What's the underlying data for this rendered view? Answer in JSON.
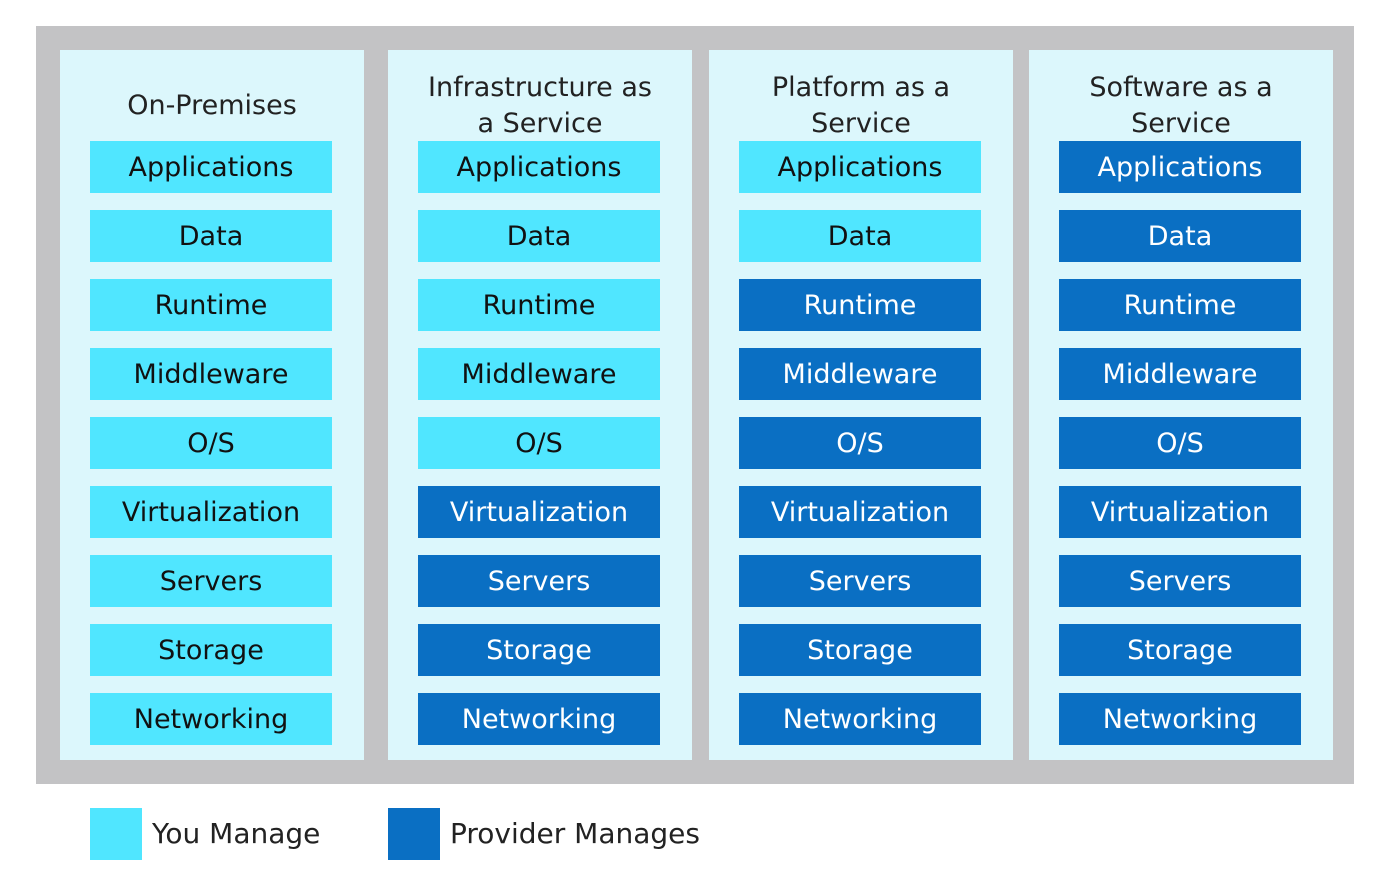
{
  "colors": {
    "frame": "#c3c3c5",
    "column_bg": "#dcf7fc",
    "you_manage": "#50e6ff",
    "provider_manages": "#0a6fc3"
  },
  "layers": [
    "Applications",
    "Data",
    "Runtime",
    "Middleware",
    "O/S",
    "Virtualization",
    "Servers",
    "Storage",
    "Networking"
  ],
  "columns": [
    {
      "title": "On-Premises",
      "managed_by": [
        "you",
        "you",
        "you",
        "you",
        "you",
        "you",
        "you",
        "you",
        "you"
      ]
    },
    {
      "title": "Infrastructure as a Service",
      "managed_by": [
        "you",
        "you",
        "you",
        "you",
        "you",
        "provider",
        "provider",
        "provider",
        "provider"
      ]
    },
    {
      "title": "Platform as a Service",
      "managed_by": [
        "you",
        "you",
        "provider",
        "provider",
        "provider",
        "provider",
        "provider",
        "provider",
        "provider"
      ]
    },
    {
      "title": "Software as a Service",
      "managed_by": [
        "provider",
        "provider",
        "provider",
        "provider",
        "provider",
        "provider",
        "provider",
        "provider",
        "provider"
      ]
    }
  ],
  "legend": {
    "you_label": "You Manage",
    "provider_label": "Provider Manages"
  }
}
